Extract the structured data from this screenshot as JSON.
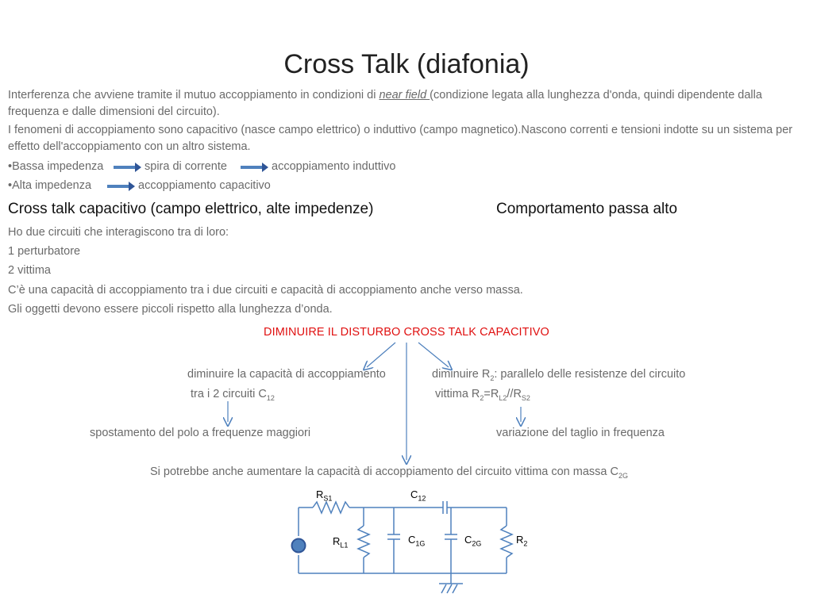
{
  "title": "Cross Talk (diafonia)",
  "intro": {
    "p1_before": "Interferenza che avviene tramite il mutuo accoppiamento in condizioni di ",
    "p1_emph": "near field ",
    "p1_after": "(condizione legata alla lunghezza d'onda, quindi dipendente dalla frequenza e dalle dimensioni del circuito).",
    "p2": "I fenomeni di accoppiamento sono capacitivo (nasce campo elettrico) o induttivo (campo magnetico).Nascono correnti e tensioni indotte su un sistema per effetto dell'accoppiamento con un altro sistema."
  },
  "bullets": {
    "b1_a": "•Bassa impedenza",
    "b1_b": "spira di corrente",
    "b1_c": "accoppiamento induttivo",
    "b2_a": "•Alta impedenza",
    "b2_b": "accoppiamento capacitivo"
  },
  "section": {
    "heading": "Cross talk capacitivo (campo elettrico, alte impedenze)",
    "heading_right": "Comportamento passa alto",
    "lines": [
      "Ho due circuiti che interagiscono tra di loro:",
      "1 perturbatore",
      "2 vittima",
      "C’è una capacità di accoppiamento tra i due circuiti e capacità di accoppiamento anche verso massa.",
      "Gli oggetti devono essere piccoli rispetto alla lunghezza d’onda."
    ]
  },
  "diagram": {
    "red_title": "DIMINUIRE IL DISTURBO CROSS TALK CAPACITIVO",
    "left_line1": "diminuire la capacità di accoppiamento",
    "left_line2_a": "tra i 2 circuiti C",
    "left_line2_sub": "12",
    "right_line1_a": "diminuire R",
    "right_line1_sub": "2",
    "right_line1_b": ": parallelo delle resistenze del circuito",
    "right_line2_a": "vittima R",
    "right_line2_sub1": "2",
    "right_line2_b": "=R",
    "right_line2_sub2": "L2",
    "right_line2_c": "//R",
    "right_line2_sub3": "S2",
    "left_result": "spostamento del polo a frequenze maggiori",
    "right_result": "variazione del taglio in frequenza",
    "bottom_a": "Si potrebbe anche aumentare la capacità di accoppiamento del circuito vittima con massa C",
    "bottom_sub": "2G"
  },
  "circuit": {
    "rs1": {
      "main": "R",
      "sub": "S1"
    },
    "c12": {
      "main": "C",
      "sub": "12"
    },
    "rl1": {
      "main": "R",
      "sub": "L1"
    },
    "c1g": {
      "main": "C",
      "sub": "1G"
    },
    "c2g": {
      "main": "C",
      "sub": "2G"
    },
    "r2": {
      "main": "R",
      "sub": "2"
    },
    "wire_color": "#4f81bd",
    "source_color": "#4f81bd"
  },
  "colors": {
    "arrow": "#4f81bd",
    "red": "#e01010"
  }
}
